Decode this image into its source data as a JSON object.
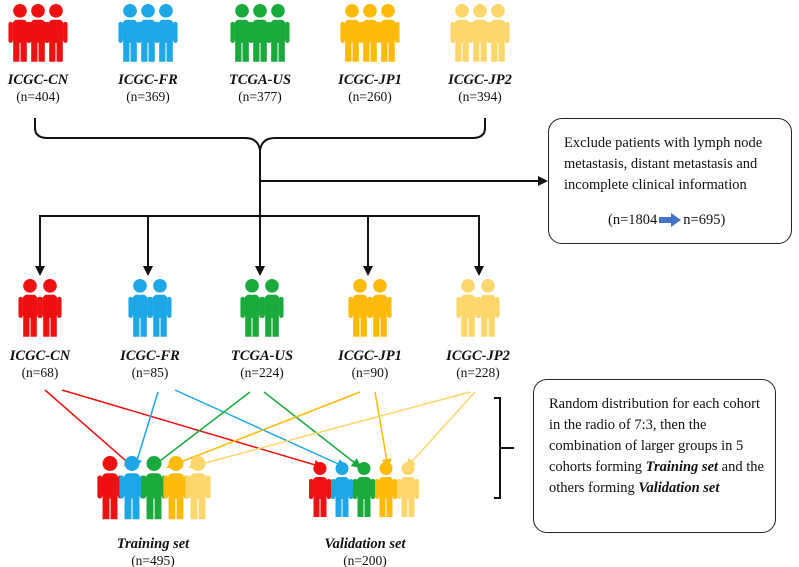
{
  "colors": {
    "cn": "#ee1111",
    "fr": "#1ea7e6",
    "us": "#1aaa3c",
    "jp1": "#fdba0a",
    "jp2": "#fdd66b",
    "line": "#111111",
    "arrow_blue": "#4472c4"
  },
  "top_cohorts": [
    {
      "name": "ICGC-CN",
      "n": "(n=404)",
      "color_key": "cn",
      "icon": "three-people-icon"
    },
    {
      "name": "ICGC-FR",
      "n": "(n=369)",
      "color_key": "fr",
      "icon": "three-people-icon"
    },
    {
      "name": "TCGA-US",
      "n": "(n=377)",
      "color_key": "us",
      "icon": "three-people-icon"
    },
    {
      "name": "ICGC-JP1",
      "n": "(n=260)",
      "color_key": "jp1",
      "icon": "three-people-icon"
    },
    {
      "name": "ICGC-JP2",
      "n": "(n=394)",
      "color_key": "jp2",
      "icon": "three-people-icon"
    }
  ],
  "exclusion": {
    "text": "Exclude patients with lymph node metastasis, distant metastasis and incomplete clinical information",
    "from": "(n=1804",
    "to": "n=695)",
    "arrow_icon": "right-arrow-icon"
  },
  "mid_cohorts": [
    {
      "name": "ICGC-CN",
      "n": "(n=68)",
      "color_key": "cn",
      "icon": "two-people-icon"
    },
    {
      "name": "ICGC-FR",
      "n": "(n=85)",
      "color_key": "fr",
      "icon": "two-people-icon"
    },
    {
      "name": "TCGA-US",
      "n": "(n=224)",
      "color_key": "us",
      "icon": "two-people-icon"
    },
    {
      "name": "ICGC-JP1",
      "n": "(n=90)",
      "color_key": "jp1",
      "icon": "two-people-icon"
    },
    {
      "name": "ICGC-JP2",
      "n": "(n=228)",
      "color_key": "jp2",
      "icon": "two-people-icon"
    }
  ],
  "sets": {
    "training": {
      "name": "Training set",
      "n": "(n=495)"
    },
    "validation": {
      "name": "Validation set",
      "n": "(n=200)"
    }
  },
  "distribution": {
    "text_before": "Random distribution for each cohort in the radio of 7:3, then the combination of larger groups in 5 cohorts forming",
    "training_label": "Training set",
    "text_middle": "and the others forming",
    "validation_label": "Validation set"
  }
}
